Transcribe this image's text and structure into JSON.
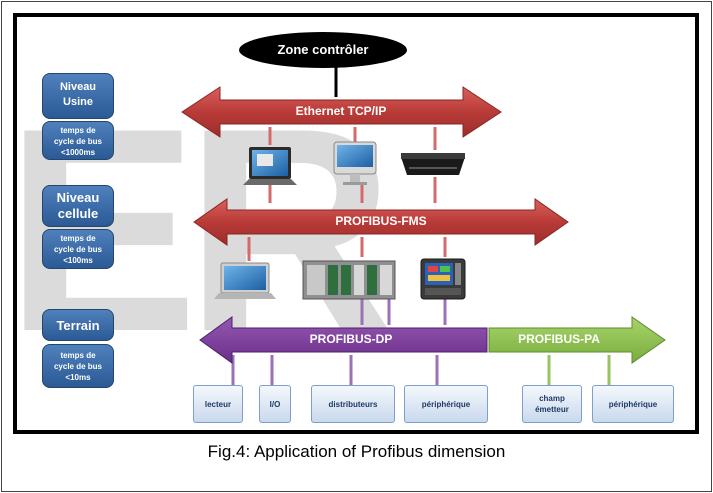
{
  "zone_controller": "Zone contrôler",
  "levels": [
    {
      "title": "Niveau",
      "title2": "Usine",
      "cycle": [
        "temps de",
        "cycle de bus",
        "<1000ms"
      ]
    },
    {
      "title": "Niveau",
      "title2": "cellule",
      "cycle": [
        "temps de",
        "cycle de bus",
        "<100ms"
      ]
    },
    {
      "title": "Terrain",
      "cycle": [
        "temps de",
        "cycle de bus",
        "<10ms"
      ]
    }
  ],
  "buses": {
    "ethernet": "Ethernet TCP/IP",
    "fms": "PROFIBUS-FMS",
    "dp": "PROFIBUS-DP",
    "pa": "PROFIBUS-PA"
  },
  "devices": {
    "level1": [
      "laptop-icon",
      "imac-icon",
      "settop-box-icon"
    ],
    "level2": [
      "macbook-icon",
      "plc-rack-icon",
      "hmi-panel-icon"
    ]
  },
  "field_devices": [
    "lecteur",
    "I/O",
    "distributeurs",
    "périphérique",
    "champ émetteur",
    "périphérique"
  ],
  "field_devices_lines": {
    "champ": "champ",
    "emetteur": "émetteur"
  },
  "colors": {
    "level_box": "#2b5a95",
    "ethernet_arrow": "#b8403e",
    "fms_arrow": "#b8403e",
    "dp_arrow": "#7a3d96",
    "pa_arrow": "#8dbf52",
    "connector_red": "#d46a6a",
    "connector_purple": "#9b72b8",
    "connector_green": "#97c461"
  },
  "watermark": "ER",
  "caption": "Fig.4: Application of Profibus dimension"
}
